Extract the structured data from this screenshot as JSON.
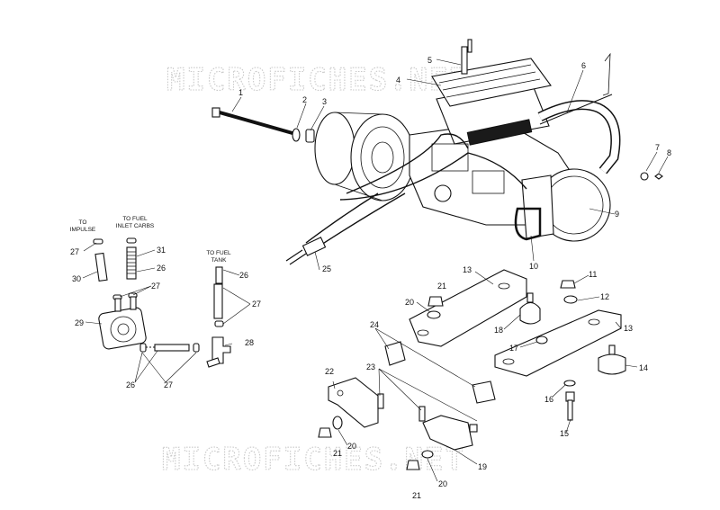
{
  "watermark": [
    "MICROFICHES.NET",
    "MICROFICHES.NET"
  ],
  "labels": {
    "to_impulse": [
      "TO",
      "IMPULSE"
    ],
    "to_fuel_inlet_carbs": [
      "TO FUEL",
      "INLET CARBS"
    ],
    "to_fuel_tank": [
      "TO FUEL",
      "TANK"
    ]
  },
  "callouts": [
    "1",
    "2",
    "3",
    "4",
    "5",
    "6",
    "7",
    "8",
    "9",
    "10",
    "11",
    "12",
    "13",
    "13",
    "14",
    "15",
    "16",
    "17",
    "18",
    "19",
    "20",
    "20",
    "20",
    "21",
    "21",
    "21",
    "22",
    "23",
    "24",
    "25",
    "26",
    "26",
    "26",
    "27",
    "27",
    "27",
    "27",
    "28",
    "29",
    "30",
    "31"
  ]
}
